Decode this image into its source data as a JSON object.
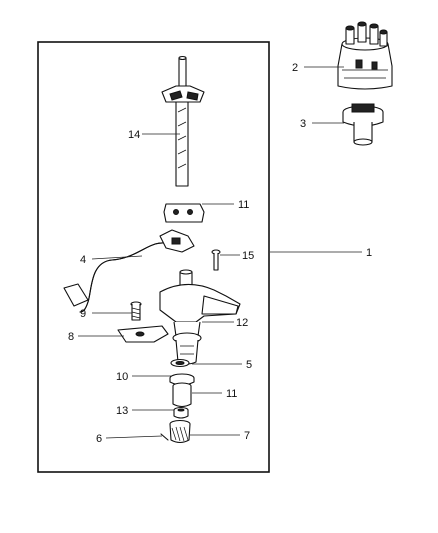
{
  "callouts": [
    {
      "id": "c1",
      "label": "1"
    },
    {
      "id": "c2",
      "label": "2"
    },
    {
      "id": "c3",
      "label": "3"
    },
    {
      "id": "c4",
      "label": "4"
    },
    {
      "id": "c5",
      "label": "5"
    },
    {
      "id": "c6",
      "label": "6"
    },
    {
      "id": "c7",
      "label": "7"
    },
    {
      "id": "c8",
      "label": "8"
    },
    {
      "id": "c9",
      "label": "9"
    },
    {
      "id": "c10",
      "label": "10"
    },
    {
      "id": "c11a",
      "label": "11"
    },
    {
      "id": "c11b",
      "label": "11"
    },
    {
      "id": "c12",
      "label": "12"
    },
    {
      "id": "c13",
      "label": "13"
    },
    {
      "id": "c14",
      "label": "14"
    },
    {
      "id": "c15",
      "label": "15"
    }
  ]
}
